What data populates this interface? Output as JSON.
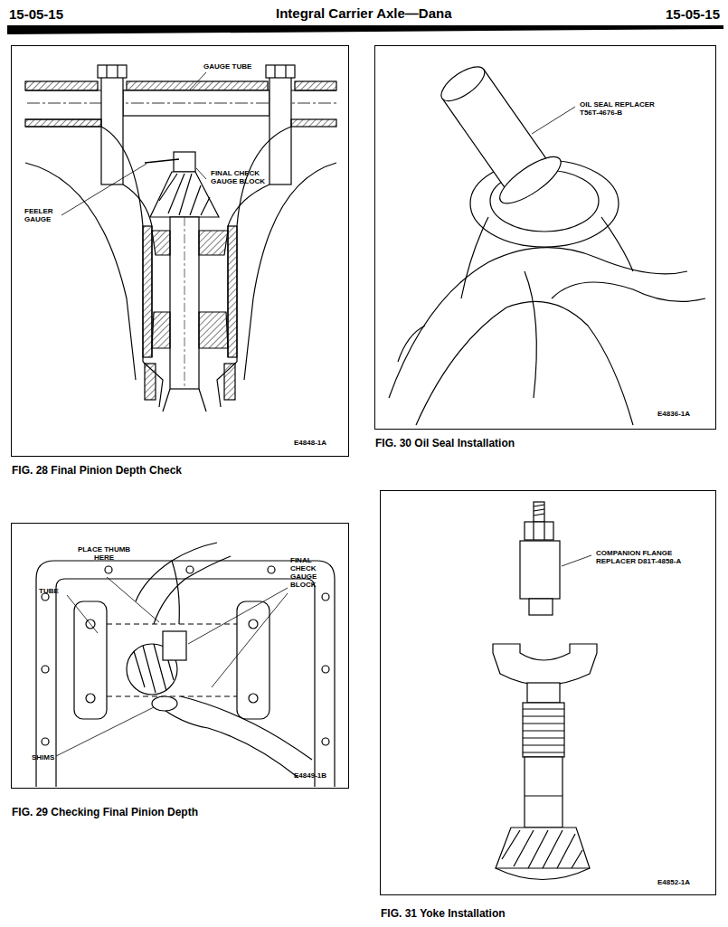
{
  "diagram": {
    "title": "Integral Carrier Axle—Dana",
    "nodes": [
      {
        "text": [
          "FIG. 28 Final Pinion Depth Check",
          "GAUGE TUBE",
          "FINAL CHECK GAUGE BLOCK",
          "FEELER GAUGE",
          "E4848-1A"
        ]
      },
      {
        "text": [
          "FIG. 30 Oil Seal Installation",
          "OIL SEAL REPLACER T56T-4676-B",
          "E4836-1A"
        ]
      },
      {
        "text": [
          "FIG. 29 Checking Final Pinion Depth",
          "PLACE THUMB HERE",
          "TUBE",
          "FINAL CHECK GAUGE BLOCK",
          "SHIMS",
          "E4849-1B"
        ]
      },
      {
        "text": [
          "FIG. 31 Yoke Installation",
          "COMPANION FLANGE REPLACER D81T-4858-A",
          "E4852-1A"
        ]
      }
    ],
    "labels": [
      "15-05-15",
      "15-05-15"
    ]
  }
}
